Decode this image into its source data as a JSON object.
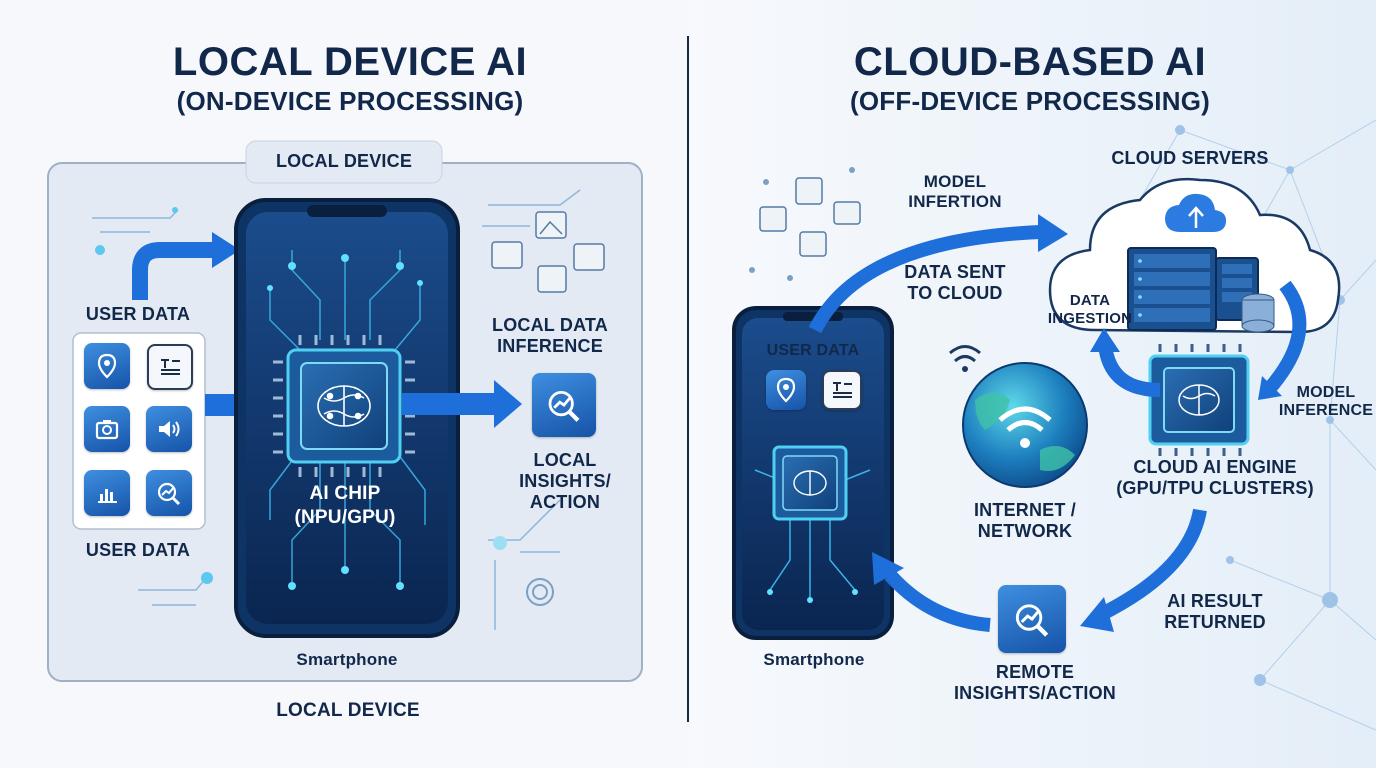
{
  "left": {
    "title": "LOCAL DEVICE AI",
    "subtitle": "(ON-DEVICE PROCESSING)",
    "device_tab": "LOCAL DEVICE",
    "user_data_top": "USER DATA",
    "user_data_bottom": "USER DATA",
    "chip_label": "AI CHIP\n(NPU/GPU)",
    "inference_label": "LOCAL DATA\nINFERENCE",
    "insights_label": "LOCAL\nINSIGHTS/\nACTION",
    "smartphone_label": "Smartphone",
    "footer_label": "LOCAL DEVICE"
  },
  "right": {
    "title": "CLOUD-BASED AI",
    "subtitle": "(OFF-DEVICE PROCESSING)",
    "model_infertion": "MODEL\nINFERTION",
    "cloud_servers": "CLOUD SERVERS",
    "data_sent": "DATA SENT\nTO CLOUD",
    "data_ingestion": "DATA\nINGESTION",
    "model_inference": "MODEL\nINFERENCE",
    "user_data": "USER DATA",
    "cloud_engine": "CLOUD AI ENGINE\n(GPU/TPU CLUSTERS)",
    "internet": "INTERNET /\nNETWORK",
    "ai_result": "AI RESULT\nRETURNED",
    "remote_insights": "REMOTE\nINSIGHTS/ACTION",
    "smartphone_label": "Smartphone"
  },
  "colors": {
    "navy": "#12284a",
    "accent_blue": "#1e6fd9",
    "phone_dark": "#0b2a55",
    "glow_cyan": "#49d3f5",
    "panel_bg": "#e3eaf3"
  },
  "icons": {
    "user_data_tiles": [
      "location-pin-icon",
      "document-icon",
      "camera-icon",
      "speaker-icon",
      "bar-chart-icon",
      "trend-magnifier-icon"
    ],
    "chip": "brain-icon",
    "insights": "trend-magnifier-icon",
    "cloud": "cloud-upload-icon",
    "globe": "globe-wifi-icon"
  }
}
